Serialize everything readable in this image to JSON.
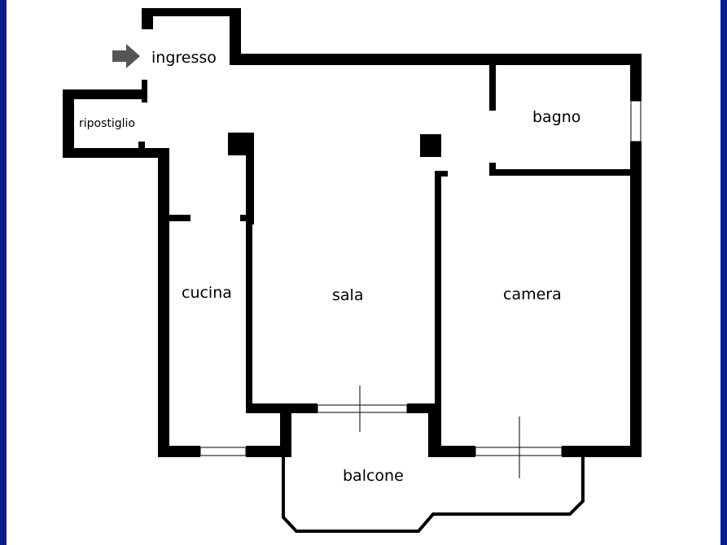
{
  "colors": {
    "frame": "#0a1f8f",
    "wall": "#000000",
    "background": "#ffffff",
    "arrow": "#555555"
  },
  "icons": {
    "entry": "arrow-right-icon"
  },
  "rooms": {
    "ingresso": "ingresso",
    "ripostiglio": "ripostiglio",
    "bagno": "bagno",
    "cucina": "cucina",
    "sala": "sala",
    "camera": "camera",
    "balcone": "balcone"
  }
}
